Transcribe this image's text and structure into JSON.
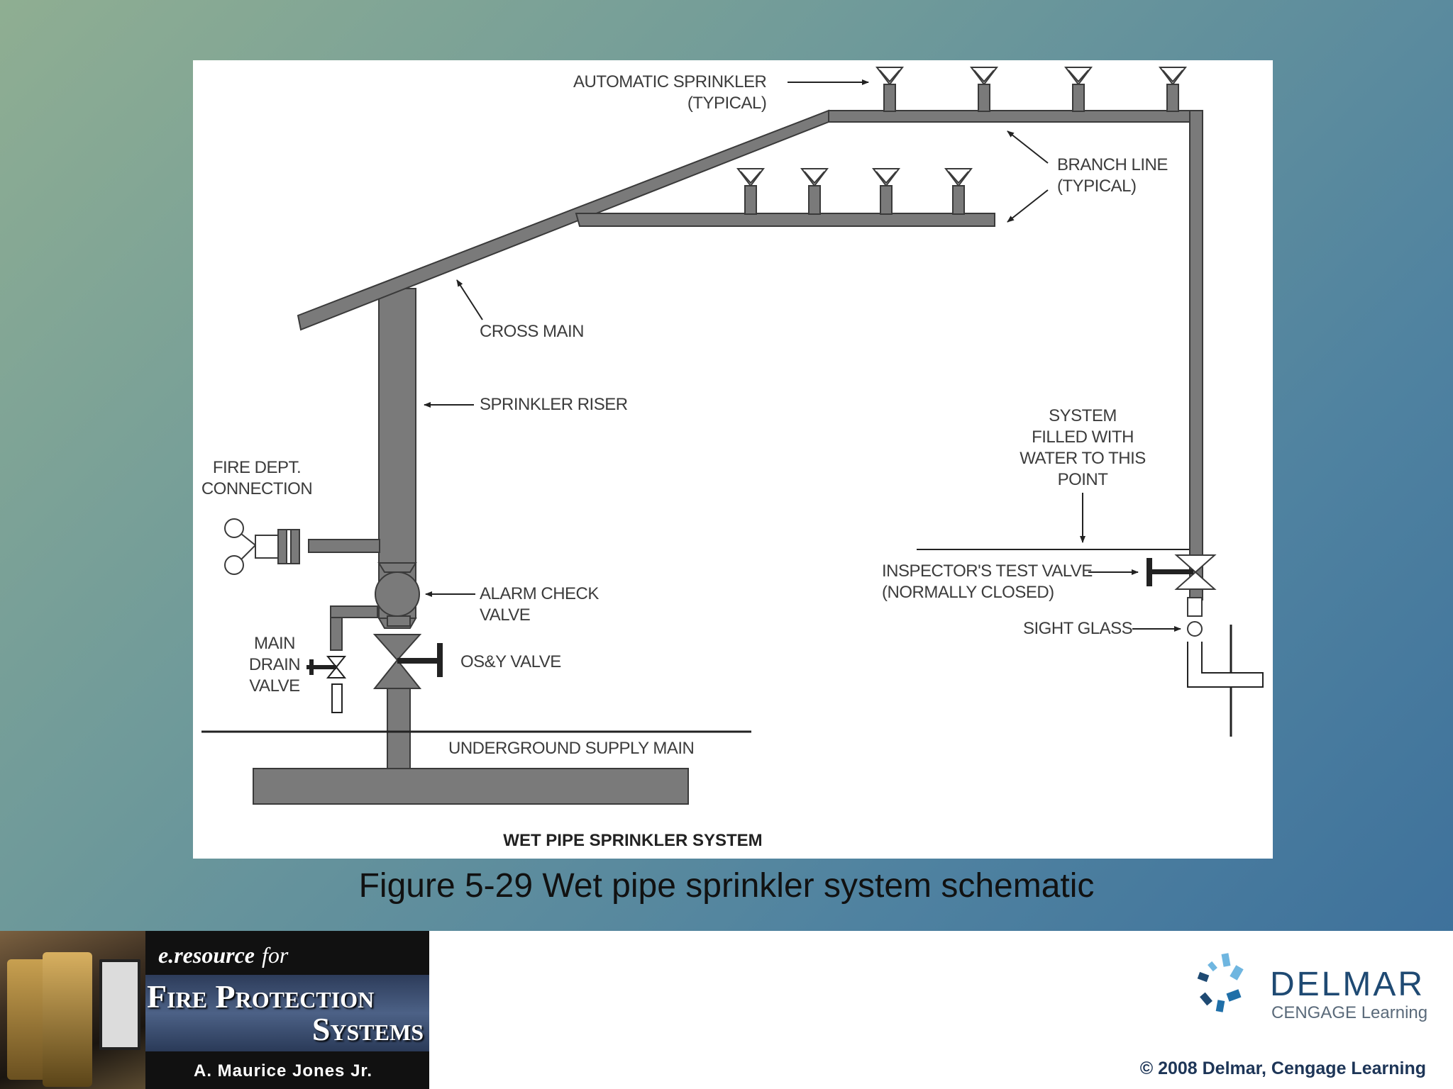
{
  "diagram": {
    "title": "WET PIPE SPRINKLER SYSTEM",
    "labels": {
      "automatic_sprinkler": "AUTOMATIC SPRINKLER\n(TYPICAL)",
      "branch_line": "BRANCH LINE\n(TYPICAL)",
      "cross_main": "CROSS MAIN",
      "sprinkler_riser": "SPRINKLER RISER",
      "fire_dept_connection": "FIRE DEPT.\nCONNECTION",
      "alarm_check_valve": "ALARM CHECK\nVALVE",
      "main_drain_valve": "MAIN\nDRAIN\nVALVE",
      "osy_valve": "OS&Y VALVE",
      "underground_supply_main": "UNDERGROUND SUPPLY MAIN",
      "system_filled": "SYSTEM\nFILLED WITH\nWATER TO THIS\nPOINT",
      "inspectors_test_valve": "INSPECTOR'S TEST VALVE\n(NORMALLY CLOSED)",
      "sight_glass": "SIGHT GLASS"
    }
  },
  "caption": "Figure 5-29 Wet pipe sprinkler system schematic",
  "footer": {
    "eresource": "e.resource",
    "eresource_for": "for",
    "book_title_line1": "Fire Protection",
    "book_title_line2": "Systems",
    "author": "A. Maurice Jones Jr.",
    "publisher_name": "DELMAR",
    "publisher_sub": "CENGAGE Learning",
    "copyright": "© 2008 Delmar, Cengage Learning"
  },
  "colors": {
    "pipe_fill": "#7a7a7a",
    "pipe_stroke": "#3a3a3a",
    "valve_fill": "#5e5e5e",
    "label_text": "#3c3c3c",
    "publisher_blue": "#1f4a73",
    "logo_light_blue": "#6fb6e0"
  }
}
